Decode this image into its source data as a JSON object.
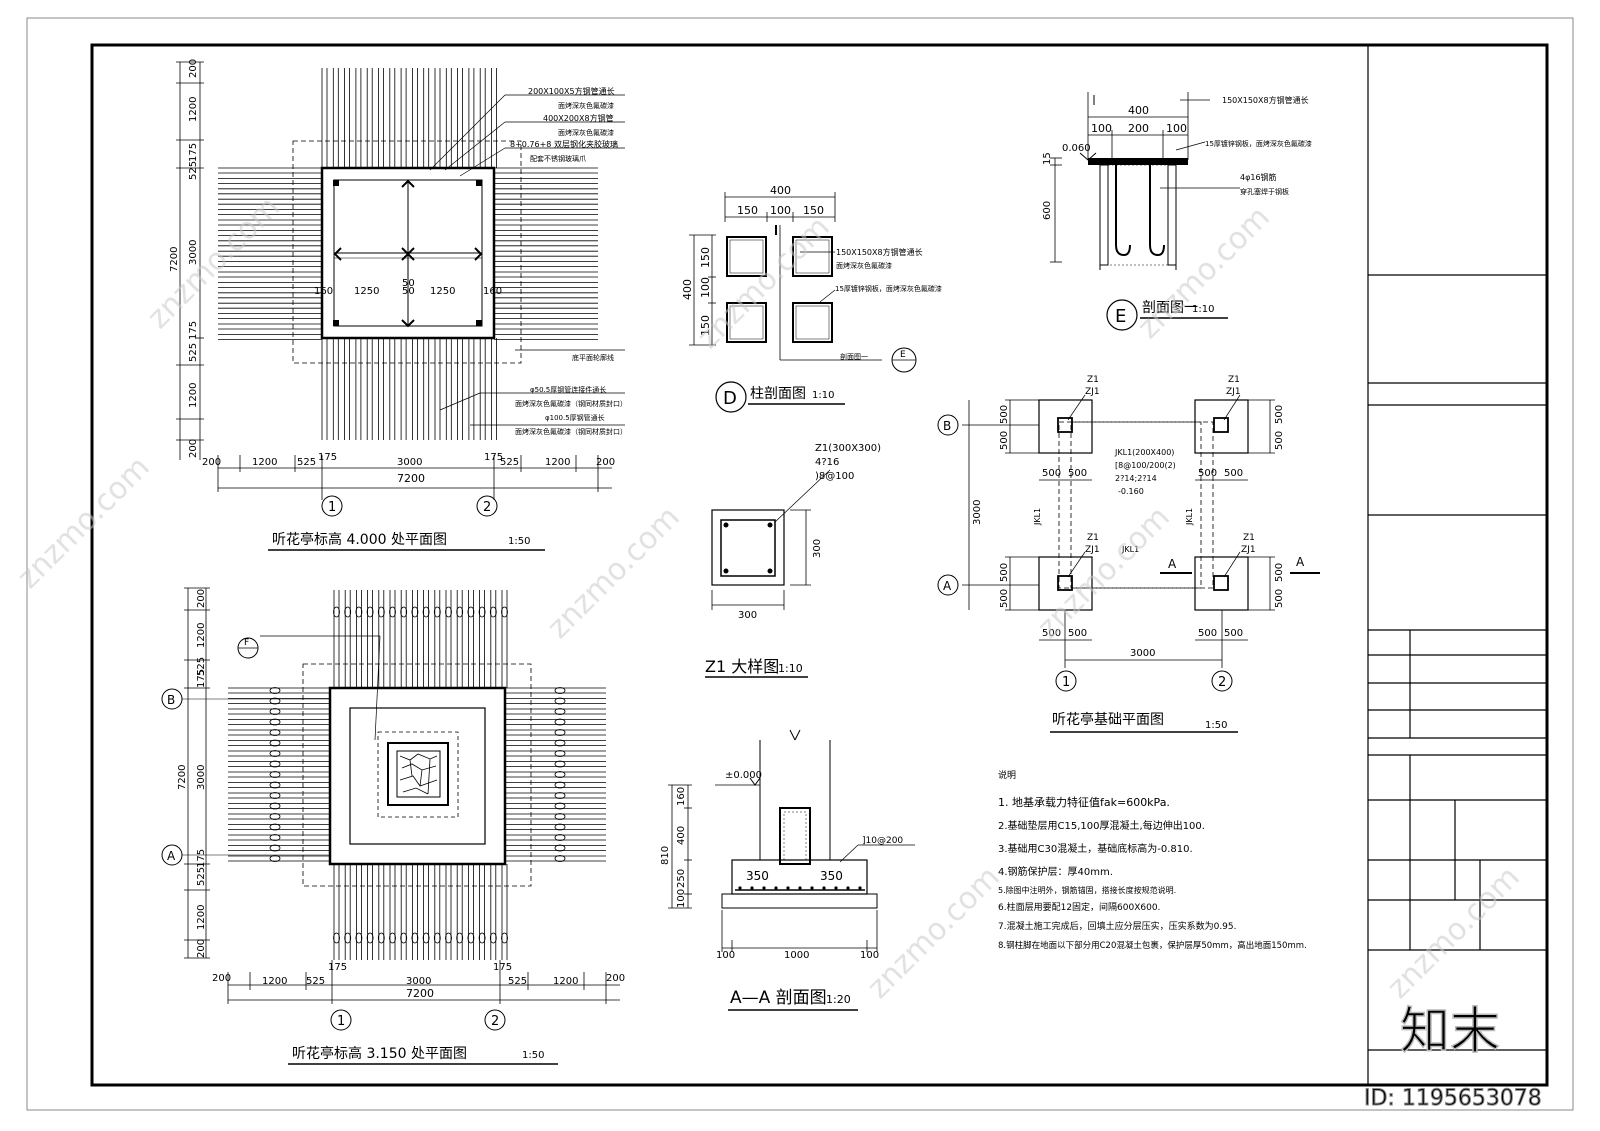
{
  "plan_upper": {
    "title": "听花亭标高 4.000 处平面图",
    "scale": "1:50",
    "notes": [
      "200X100X5方钢管通长",
      "面烤深灰色氟碳漆",
      "400X200X8方钢管",
      "面烤深灰色氟碳漆",
      "8+0.76+8 双层钢化夹胶玻璃",
      "配套不锈钢玻璃爪"
    ],
    "left_dims": [
      "200",
      "1200",
      "175",
      "525",
      "7200",
      "3000",
      "525",
      "175",
      "1200",
      "200"
    ],
    "bottom_dims": [
      "200",
      "1200",
      "525",
      "175",
      "3000",
      "175",
      "525",
      "1200",
      "200"
    ],
    "overall": "7200",
    "inner_dims": [
      "160",
      "1250",
      "50",
      "1250",
      "160"
    ],
    "center_mark": "50",
    "outline_note": "底平面轮廓线",
    "pipe_notes": [
      "φ50.5厚钢管连接件通长",
      "面烤深灰色氟碳漆（钢同材质封口）",
      "φ100.5厚钢管通长",
      "面烤深灰色氟碳漆（钢同材质封口）"
    ],
    "axes": [
      "1",
      "2"
    ]
  },
  "plan_lower": {
    "title": "听花亭标高 3.150 处平面图",
    "scale": "1:50",
    "left_dims": [
      "200",
      "1200",
      "175",
      "525",
      "7200",
      "3000",
      "175",
      "525",
      "1200",
      "200"
    ],
    "bottom_dims": [
      "200",
      "1200",
      "525",
      "175",
      "3000",
      "175",
      "525",
      "1200",
      "200"
    ],
    "overall": "7200",
    "axes": [
      "1",
      "2"
    ],
    "row_axes": [
      "B",
      "A"
    ],
    "callout": "F"
  },
  "column_section": {
    "label": "D",
    "title": "柱剖面图",
    "scale": "1:10",
    "top_dims": [
      "400",
      "150",
      "100",
      "150"
    ],
    "side_dims": [
      "400",
      "150",
      "100",
      "150"
    ],
    "notes": [
      "150X150X8方钢管通长",
      "面烤深灰色氟碳漆",
      "15厚镀锌钢板，面烤深灰色氟碳漆"
    ],
    "section_ref": "剖面图一",
    "section_ref_label": "E"
  },
  "section_e": {
    "label": "E",
    "title": "剖面图一",
    "scale": "1:10",
    "top_dims": [
      "400",
      "100",
      "200",
      "100"
    ],
    "elev": "0.060",
    "side_dims": [
      "15",
      "600"
    ],
    "notes": [
      "150X150X8方钢管通长",
      "15厚镀锌钢板，面烤深灰色氟碳漆",
      "4φ16钢筋",
      "穿孔塞焊于钢板"
    ]
  },
  "z1_detail": {
    "title": "Z1 大样图",
    "scale": "1:10",
    "notes": [
      "Z1(300X300)",
      "4?16",
      ")8@100"
    ],
    "dim_w": "300",
    "dim_h": "300"
  },
  "foundation_plan": {
    "title": "听花亭基础平面图",
    "scale": "1:50",
    "labels": [
      "Z1",
      "ZJ1"
    ],
    "beam_note": [
      "JKL1(200X400)",
      "[8@100/200(2)",
      "2?14;2?14",
      "-0.160"
    ],
    "beam": "JKL1",
    "dims": [
      "500",
      "500",
      "3000"
    ],
    "axes": [
      "1",
      "2"
    ],
    "row_axes": [
      "B",
      "A"
    ],
    "section_mark": "A"
  },
  "section_aa": {
    "title": "A—A 剖面图",
    "scale": "1:20",
    "elev": "±0.000",
    "side_dims": [
      "810",
      "160",
      "400",
      "250",
      "100"
    ],
    "widths": [
      "350",
      "350"
    ],
    "rebar": "]10@200",
    "bottom_dims": [
      "100",
      "1000",
      "100"
    ]
  },
  "notes": {
    "heading": "说明",
    "items": [
      "1. 地基承载力特征值fak=600kPa.",
      "2.基础垫层用C15,100厚混凝土,每边伸出100.",
      "3.基础用C30混凝土，基础底标高为-0.810.",
      "4.钢筋保护层：厚40mm.",
      "5.除图中注明外，钢筋锚固，搭接长度按规范说明.",
      "6.柱面层用要配12固定，间隔600X600.",
      "7.混凝土施工完成后，回填土应分层压实，压实系数为0.95.",
      "8.钢柱脚在地面以下部分用C20混凝土包裹，保护层厚50mm，高出地面150mm."
    ]
  },
  "watermark": {
    "logo": "知末",
    "id_text": "ID: 1195653078",
    "site": "znzmo.com"
  }
}
